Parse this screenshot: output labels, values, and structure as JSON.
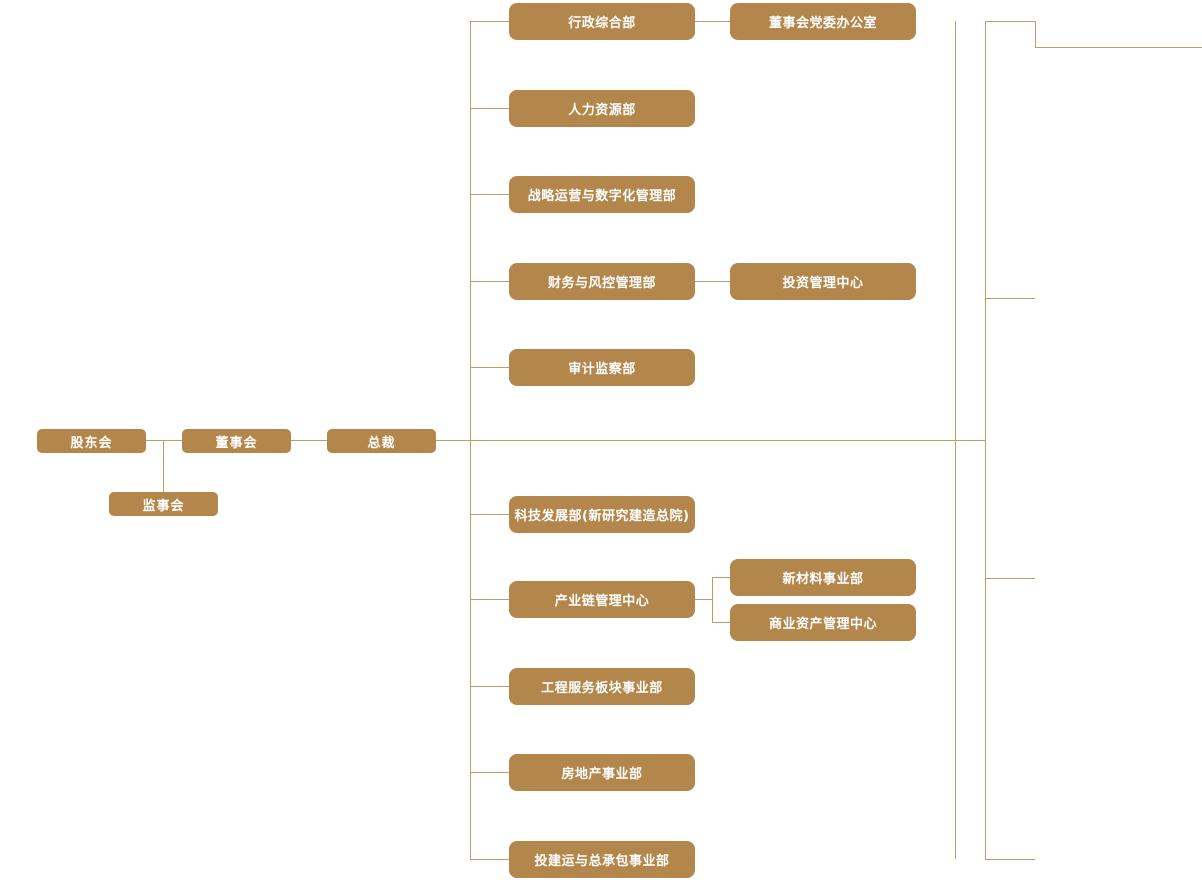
{
  "colors": {
    "node_fill": "#b3864c",
    "node_text": "#ffffff",
    "line_color": "#c29b66"
  },
  "diagram_type": "org-chart",
  "nodes": {
    "shareholders": {
      "label": "股东会"
    },
    "board": {
      "label": "董事会"
    },
    "president": {
      "label": "总裁"
    },
    "supervisors": {
      "label": "监事会"
    },
    "admin": {
      "label": "行政综合部"
    },
    "party_office": {
      "label": "董事会党委办公室"
    },
    "hr": {
      "label": "人力资源部"
    },
    "strategy": {
      "label": "战略运营与数字化管理部"
    },
    "finance": {
      "label": "财务与风控管理部"
    },
    "investment": {
      "label": "投资管理中心"
    },
    "audit": {
      "label": "审计监察部"
    },
    "tech": {
      "label": "科技发展部(新研究建造总院)"
    },
    "chain": {
      "label": "产业链管理中心"
    },
    "materials": {
      "label": "新材料事业部"
    },
    "commercial": {
      "label": "商业资产管理中心"
    },
    "engineering": {
      "label": "工程服务板块事业部"
    },
    "realestate": {
      "label": "房地产事业部"
    },
    "epc": {
      "label": "投建运与总承包事业部"
    }
  },
  "edges": [
    [
      "股东会",
      "董事会"
    ],
    [
      "股东会",
      "监事会"
    ],
    [
      "董事会",
      "总裁"
    ],
    [
      "总裁",
      "行政综合部"
    ],
    [
      "总裁",
      "人力资源部"
    ],
    [
      "总裁",
      "战略运营与数字化管理部"
    ],
    [
      "总裁",
      "财务与风控管理部"
    ],
    [
      "总裁",
      "审计监察部"
    ],
    [
      "总裁",
      "科技发展部(新研究建造总院)"
    ],
    [
      "总裁",
      "产业链管理中心"
    ],
    [
      "总裁",
      "工程服务板块事业部"
    ],
    [
      "总裁",
      "房地产事业部"
    ],
    [
      "总裁",
      "投建运与总承包事业部"
    ],
    [
      "行政综合部",
      "董事会党委办公室"
    ],
    [
      "财务与风控管理部",
      "投资管理中心"
    ],
    [
      "产业链管理中心",
      "新材料事业部"
    ],
    [
      "产业链管理中心",
      "商业资产管理中心"
    ]
  ]
}
